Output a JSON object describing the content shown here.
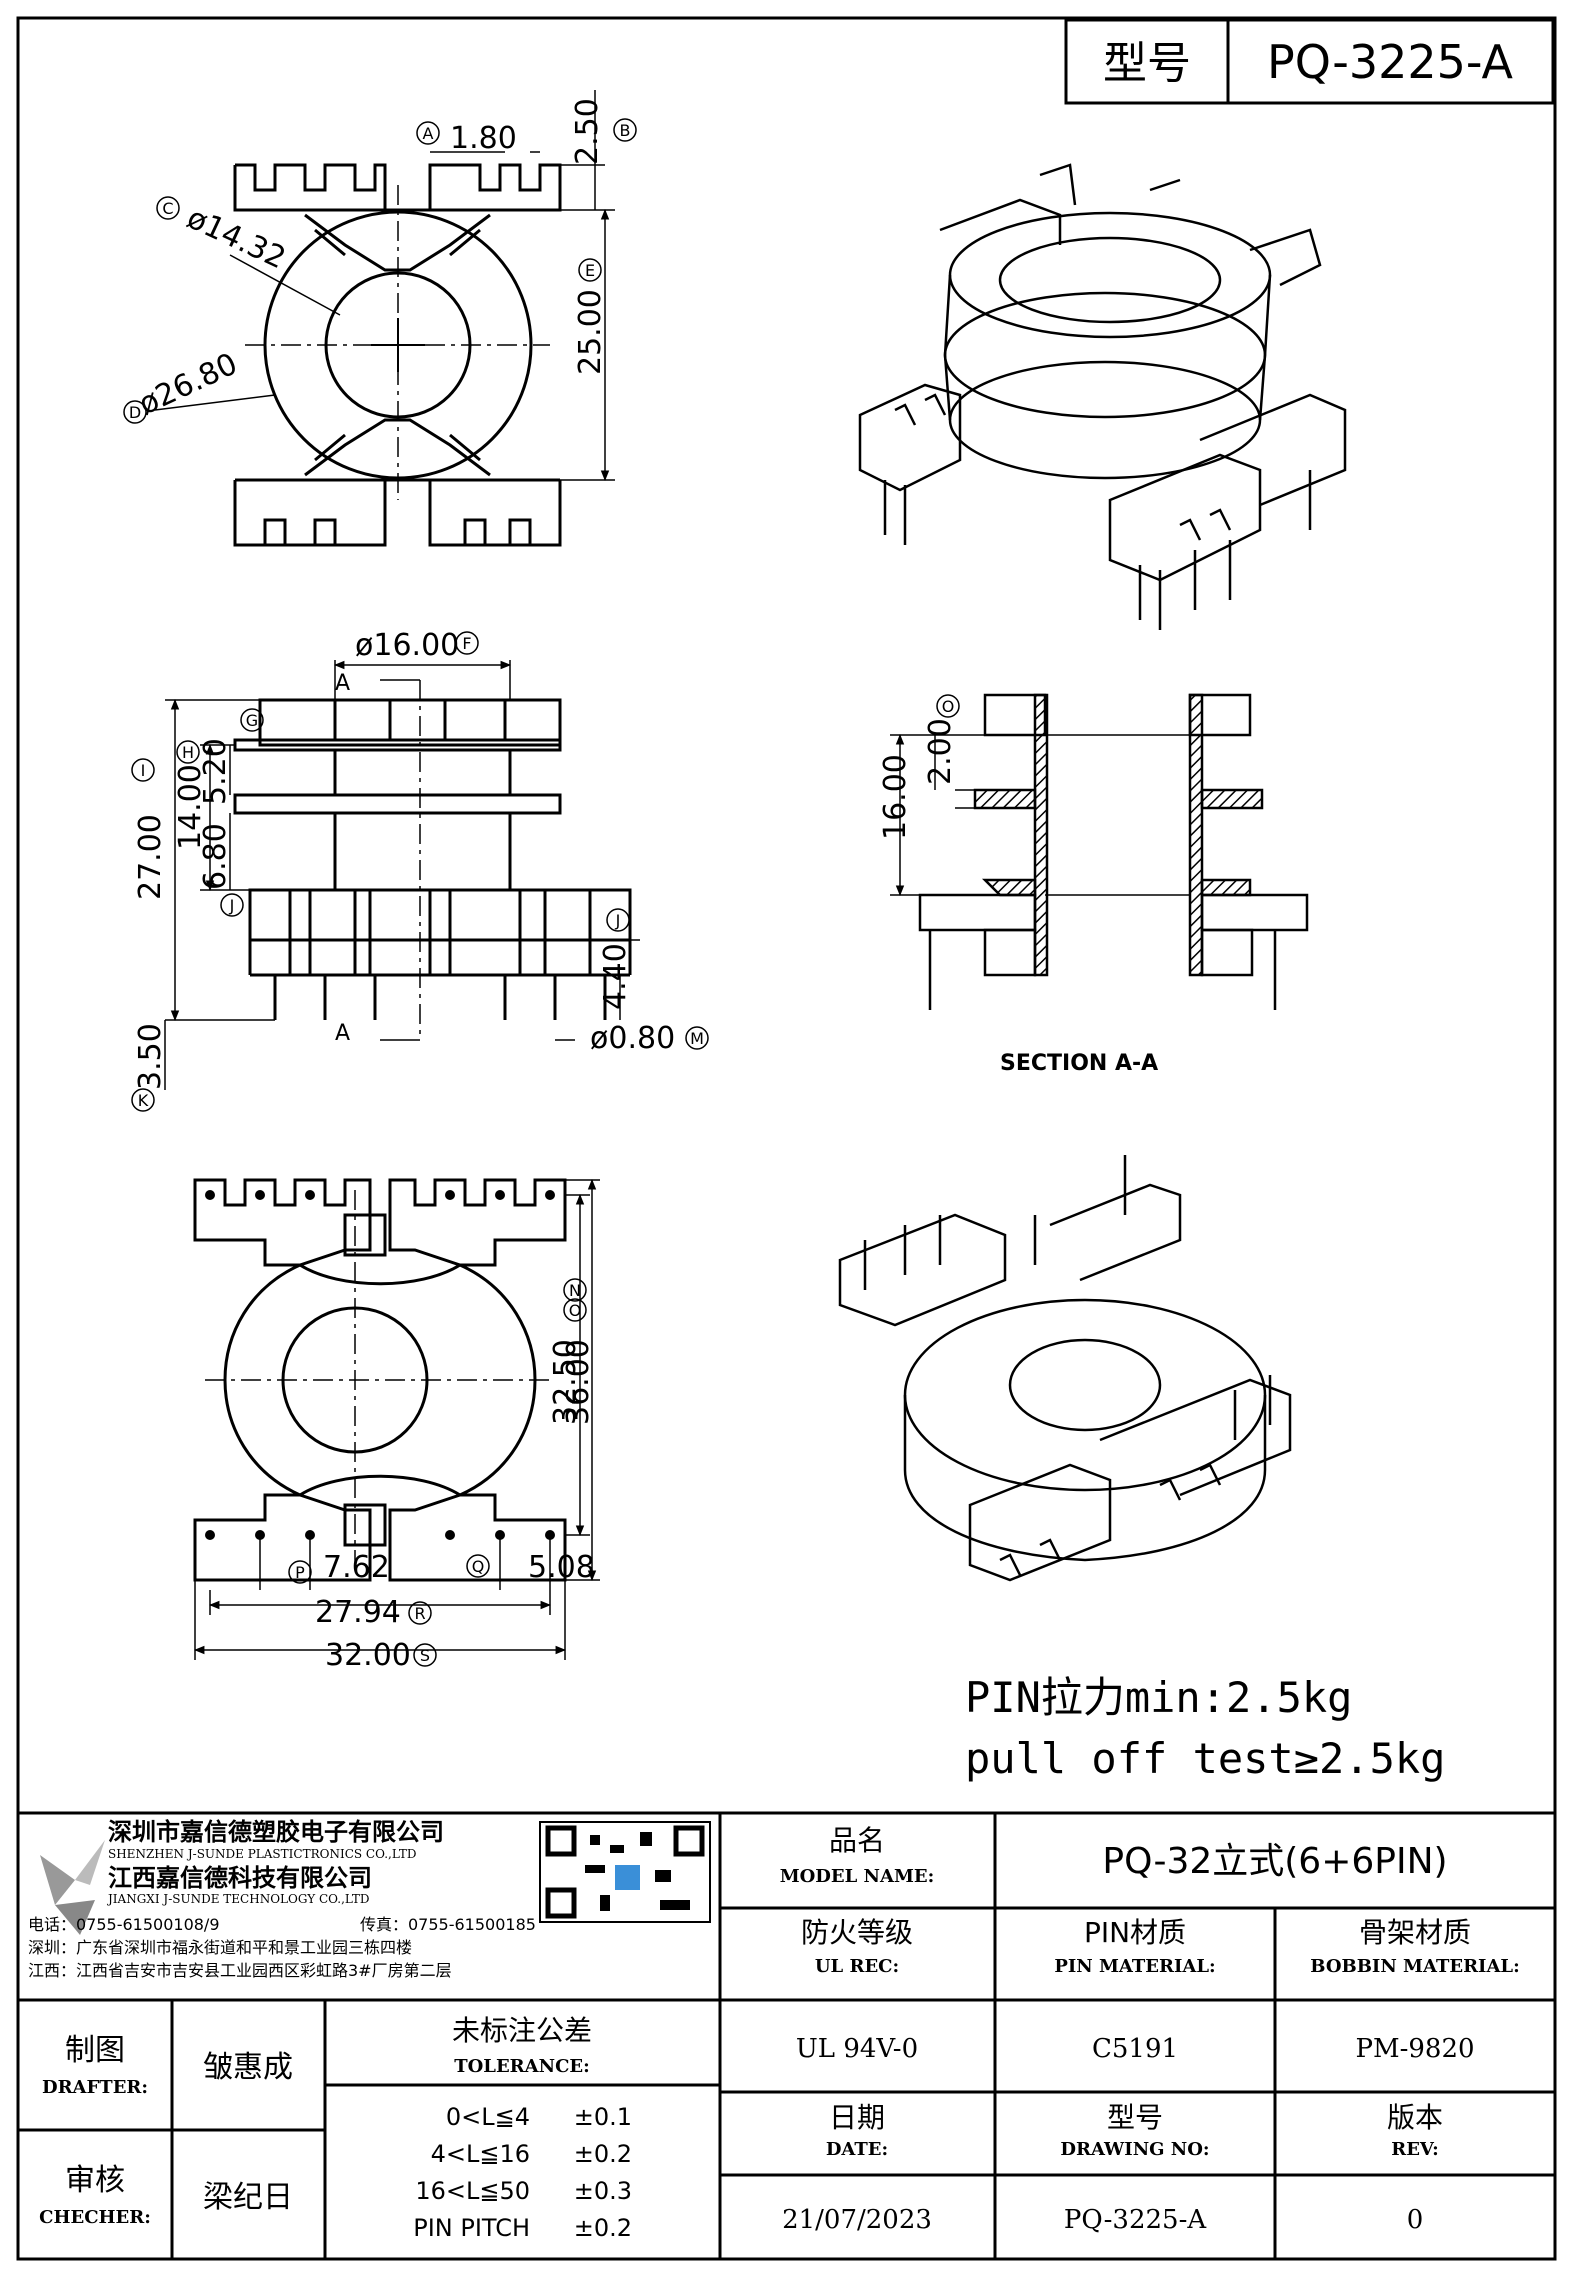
{
  "header": {
    "type_label": "型号",
    "type_value": "PQ-3225-A"
  },
  "dims_top": {
    "d1": "1.80",
    "d2": "2.50",
    "d3": "ø14.32",
    "d4": "ø26.80",
    "d5": "25.00",
    "mA": "A",
    "mB": "B",
    "mC": "C",
    "mD": "D",
    "mE": "E"
  },
  "dims_side": {
    "d1": "ø16.00",
    "d2": "27.00",
    "d3": "14.00",
    "d4": "5.20",
    "d5": "6.80",
    "d6": "4.40",
    "d7": "3.50",
    "d8": "ø0.80",
    "section_mark": "A",
    "mF": "F",
    "mG": "G",
    "mH": "H",
    "mI": "I",
    "mJ": "J",
    "mK": "K",
    "mM": "M"
  },
  "dims_bottom": {
    "d1": "32.50",
    "d2": "36.00",
    "d3": "7.62",
    "d4": "5.08",
    "d5": "27.94",
    "d6": "32.00",
    "mN": "N",
    "mO": "O",
    "mP": "P",
    "mQ": "Q",
    "mR": "R",
    "mS": "S"
  },
  "section": {
    "d1": "2.00",
    "d2": "16.00",
    "mark": "O",
    "title": "SECTION A-A"
  },
  "notes": {
    "line1": "PIN拉力min:2.5kg",
    "line2": "pull off test≥2.5kg"
  },
  "company": {
    "name1": "深圳市嘉信德塑胶电子有限公司",
    "name1_en": "SHENZHEN J-SUNDE PLASTICTRONICS CO.,LTD",
    "name2": "江西嘉信德科技有限公司",
    "name2_en": "JIANGXI J-SUNDE TECHNOLOGY CO.,LTD",
    "tel": "电话：0755-61500108/9",
    "fax": "传真：0755-61500185",
    "addr_sz": "深圳：广东省深圳市福永街道和平和景工业园三栋四楼",
    "addr_jx": "江西：江西省吉安市吉安县工业园西区彩虹路3#厂房第二层"
  },
  "title_block": {
    "model_name_cn": "品名",
    "model_name_en": "MODEL NAME:",
    "model_name_value": "PQ-32立式(6+6PIN)",
    "ul_cn": "防火等级",
    "ul_en": "UL REC:",
    "ul_value": "UL 94V-0",
    "pin_mat_cn": "PIN材质",
    "pin_mat_en": "PIN MATERIAL:",
    "pin_mat_value": "C5191",
    "bobbin_cn": "骨架材质",
    "bobbin_en": "BOBBIN MATERIAL:",
    "bobbin_value": "PM-9820",
    "drafter_cn": "制图",
    "drafter_en": "DRAFTER:",
    "drafter_value": "皱惠成",
    "checker_cn": "审核",
    "checker_en": "CHECHER:",
    "checker_value": "梁纪日",
    "tol_cn": "未标注公差",
    "tol_en": "TOLERANCE:",
    "tol_rows": [
      {
        "range": "0<L≦4",
        "value": "±0.1"
      },
      {
        "range": "4<L≦16",
        "value": "±0.2"
      },
      {
        "range": "16<L≦50",
        "value": "±0.3"
      },
      {
        "range": "PIN PITCH",
        "value": "±0.2"
      }
    ],
    "date_cn": "日期",
    "date_en": "DATE:",
    "date_value": "21/07/2023",
    "dwg_cn": "型号",
    "dwg_en": "DRAWING NO:",
    "dwg_value": "PQ-3225-A",
    "rev_cn": "版本",
    "rev_en": "REV:",
    "rev_value": "0"
  }
}
